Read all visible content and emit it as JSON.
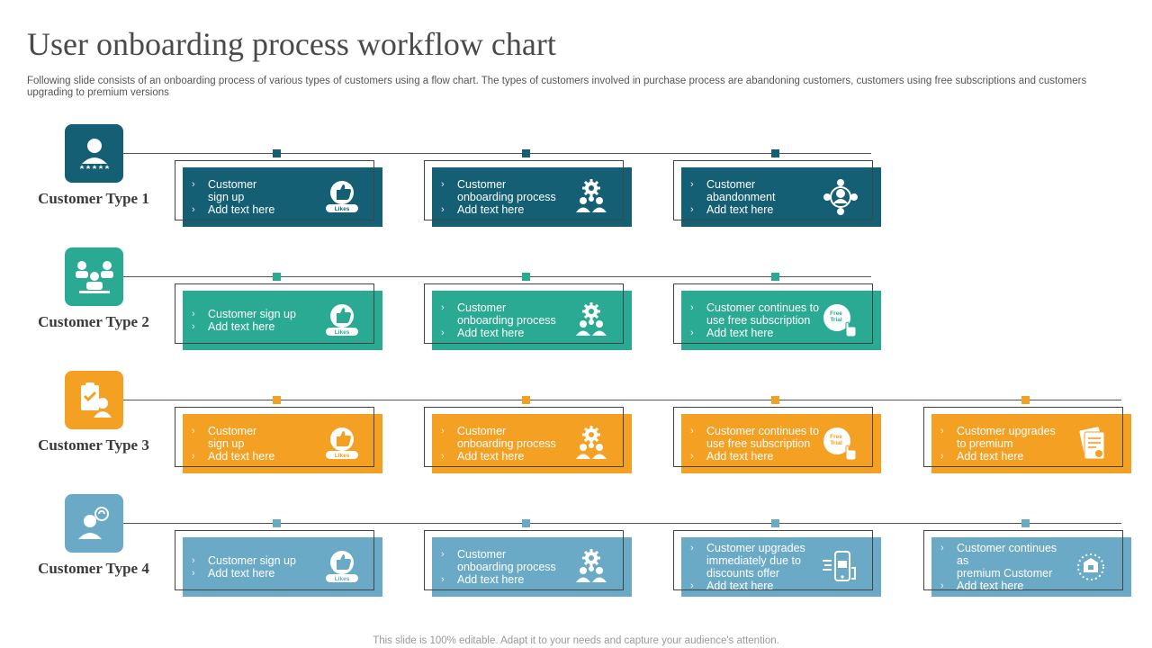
{
  "title": "User onboarding process workflow chart",
  "subtitle": "Following slide consists of an onboarding process of various types of customers using a flow chart. The types of customers involved in purchase process are abandoning customers, customers using free subscriptions and customers upgrading to premium versions",
  "footer": "This slide is 100% editable. Adapt it to your needs and capture your audience's attention.",
  "colors": {
    "teal_dark": "#145f73",
    "teal": "#2baa93",
    "orange": "#f4a023",
    "blue": "#6aaac6"
  },
  "rows": [
    {
      "label": "Customer Type 1",
      "icon": "user-rating-icon",
      "cards": [
        {
          "line1": "Customer sign up",
          "line2": "Add text here",
          "icon": "likes-icon",
          "icon_label": "Likes"
        },
        {
          "line1": "Customer onboarding process",
          "line2": "Add text here",
          "icon": "team-gear-icon"
        },
        {
          "line1": "Customer abandonment",
          "line2": "Add text here",
          "icon": "abandon-network-icon"
        }
      ]
    },
    {
      "label": "Customer Type 2",
      "icon": "team-meeting-icon",
      "cards": [
        {
          "line1": "Customer sign up",
          "line2": "Add text here",
          "icon": "likes-icon",
          "icon_label": "Likes"
        },
        {
          "line1": "Customer onboarding process",
          "line2": "Add text here",
          "icon": "team-gear-icon"
        },
        {
          "line1": "Customer continues to use free subscription",
          "line2": "Add text here",
          "icon": "free-trial-icon",
          "icon_label": "Free Trial"
        }
      ]
    },
    {
      "label": "Customer Type 3",
      "icon": "checklist-user-icon",
      "cards": [
        {
          "line1": "Customer sign up",
          "line2": "Add text here",
          "icon": "likes-icon",
          "icon_label": "Likes"
        },
        {
          "line1": "Customer onboarding process",
          "line2": "Add text here",
          "icon": "team-gear-icon"
        },
        {
          "line1": "Customer continues to use free subscription",
          "line2": "Add text here",
          "icon": "free-trial-icon",
          "icon_label": "Free Trial"
        },
        {
          "line1": "Customer upgrades to premium",
          "line2": "Add text here",
          "icon": "premium-documents-icon"
        }
      ]
    },
    {
      "label": "Customer Type 4",
      "icon": "user-support-icon",
      "cards": [
        {
          "line1": "Customer sign up",
          "line2": "Add text here",
          "icon": "likes-icon",
          "icon_label": "Likes"
        },
        {
          "line1": "Customer onboarding process",
          "line2": "Add text here",
          "icon": "team-gear-icon"
        },
        {
          "line1": "Customer upgrades immediately due to discounts offer",
          "line2": "Add text here",
          "icon": "mobile-discount-icon"
        },
        {
          "line1": "Customer continues as premium Customer",
          "line2": "Add text here",
          "icon": "premium-badge-icon"
        }
      ]
    }
  ]
}
